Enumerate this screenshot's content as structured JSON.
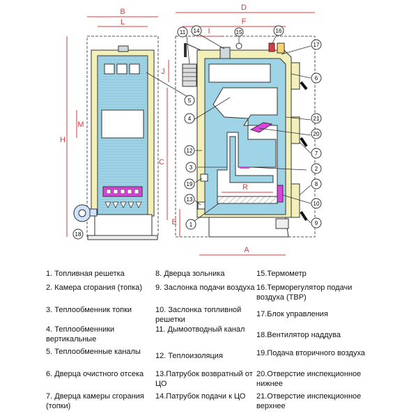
{
  "dimensions": {
    "B": "B",
    "L": "L",
    "D": "D",
    "F": "F",
    "I": "I",
    "J": "J",
    "H": "H",
    "M": "M",
    "C": "C",
    "E": "E",
    "R": "R",
    "A": "A"
  },
  "callouts": [
    "1",
    "2",
    "3",
    "4",
    "5",
    "6",
    "7",
    "8",
    "9",
    "10",
    "11",
    "12",
    "13",
    "14",
    "15",
    "16",
    "17",
    "18",
    "19",
    "20",
    "21"
  ],
  "colors": {
    "insulation": "#f3efb8",
    "water": "#9fd3e6",
    "firebox": "#ffffff",
    "vent": "#e040e0",
    "outline": "#333333",
    "dim": "#e13a3a"
  },
  "legend": {
    "col0": [
      "1. Топливная решетка",
      "2. Камера сгорания (топка)",
      "3. Теплообменник топки",
      "4. Теплообменники вертикальные",
      "5. Теплообменные каналы",
      "6. Дверца очистного отсека",
      "7. Дверца камеры сгорания (топки)"
    ],
    "col1": [
      "8. Дверца зольника",
      "9. Заслонка подачи воздуха",
      "10. Заслонка топливной решетки",
      "11. Дымоотводный канал",
      "12. Теплоизоляция",
      "13.Патрубок возвратный от ЦО",
      "14.Патрубок подачи к ЦО"
    ],
    "col2": [
      "15.Термометр",
      "16.Терморегулятор подачи воздуха (ТВР)",
      "17.Блок управления",
      "18.Вентилятор наддува",
      "19.Подача вторичного воздуха",
      "20.Отверстие инспекционное нижнее",
      "21.Отверстие инспекционное верхнее"
    ]
  }
}
